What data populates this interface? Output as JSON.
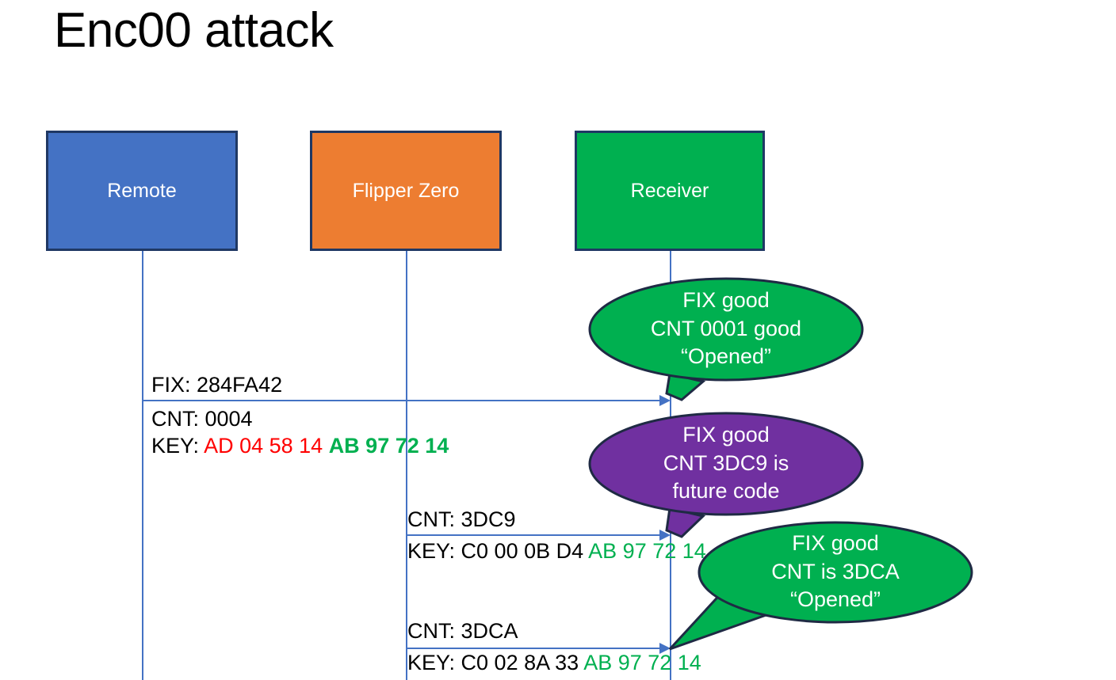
{
  "slide": {
    "title": "Enc00 attack",
    "background": "#FFFFFF"
  },
  "colors": {
    "remote_fill": "#4472C4",
    "flipper_fill": "#ED7D31",
    "receiver_fill": "#00B050",
    "box_border": "#1F3864",
    "line": "#4472C4",
    "callout_green": "#00B050",
    "callout_purple": "#7030A0",
    "callout_border": "#1F2A44",
    "key_red": "#FF0000",
    "key_green": "#00B050",
    "text_black": "#000000"
  },
  "actors": [
    {
      "id": "remote",
      "label": "Remote"
    },
    {
      "id": "flipper",
      "label": "Flipper Zero"
    },
    {
      "id": "receiver",
      "label": "Receiver"
    }
  ],
  "messages": [
    {
      "id": "msg-1",
      "from": "remote",
      "to": "receiver",
      "fix_line": "FIX: 284FA42",
      "cnt_line": "CNT: 0004",
      "key_label": "KEY:",
      "key_red": "AD 04 58 14",
      "key_green": "AB 97 72 14"
    },
    {
      "id": "msg-2",
      "from": "flipper",
      "to": "receiver",
      "cnt_line": "CNT: 3DC9",
      "key_label": "KEY: C0 00 0B D4",
      "key_green": "AB 97 72 14"
    },
    {
      "id": "msg-3",
      "from": "flipper",
      "to": "receiver",
      "cnt_line": "CNT: 3DCA",
      "key_label": "KEY: C0 02 8A 33",
      "key_green": "AB 97 72 14"
    }
  ],
  "callouts": [
    {
      "id": "callout-1",
      "color": "green",
      "line1": "FIX good",
      "line2": "CNT 0001 good",
      "line3": "“Opened”"
    },
    {
      "id": "callout-2",
      "color": "purple",
      "line1": "FIX good",
      "line2": "CNT 3DC9 is",
      "line3": "future code"
    },
    {
      "id": "callout-3",
      "color": "green",
      "line1": "FIX good",
      "line2": "CNT is 3DCA",
      "line3": "“Opened”"
    }
  ]
}
